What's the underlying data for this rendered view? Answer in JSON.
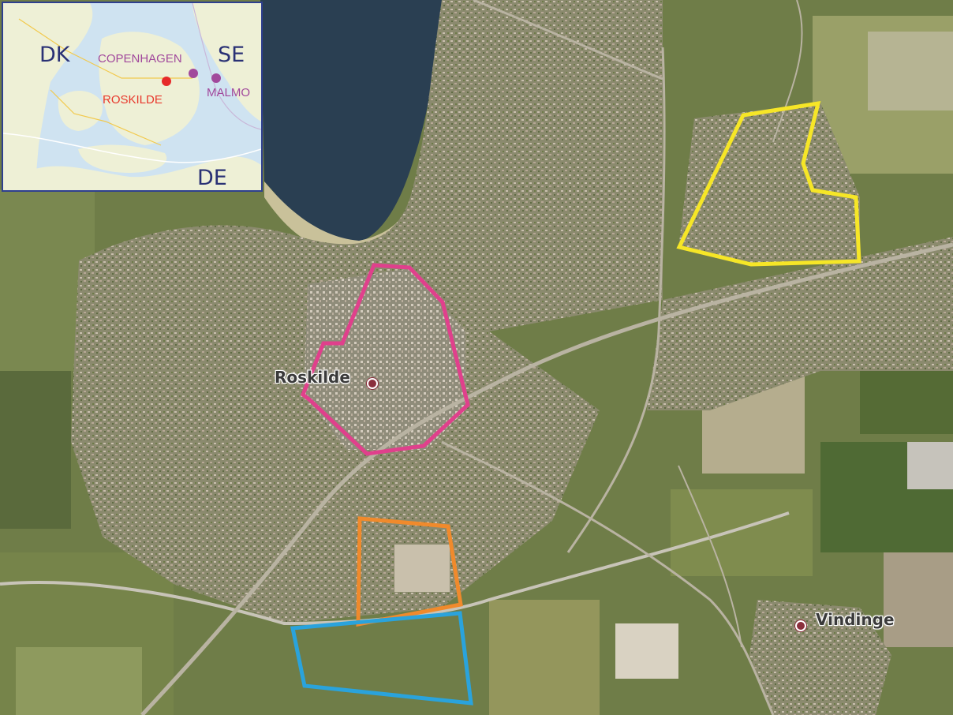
{
  "main_map": {
    "labels": {
      "roskilde": "Roskilde",
      "vindinge": "Vindinge"
    },
    "outline_colors": {
      "yellow": "#f6e627",
      "magenta": "#e0408c",
      "orange": "#f08a2c",
      "blue": "#2aa3dc"
    },
    "marker_color": "#8b2f3d"
  },
  "inset_map": {
    "countries": {
      "dk": "DK",
      "se": "SE",
      "de": "DE"
    },
    "cities": {
      "copenhagen": "COPENHAGEN",
      "roskilde": "ROSKILDE",
      "malmo": "MALMO"
    },
    "colors": {
      "sea": "#cfe3f1",
      "land": "#eef0d6",
      "frame": "#2e3f8f",
      "roskilde_dot": "#e62a2a",
      "city_dot": "#a1489c",
      "roskilde_text": "#e8382c",
      "city_text": "#a1489c"
    }
  }
}
